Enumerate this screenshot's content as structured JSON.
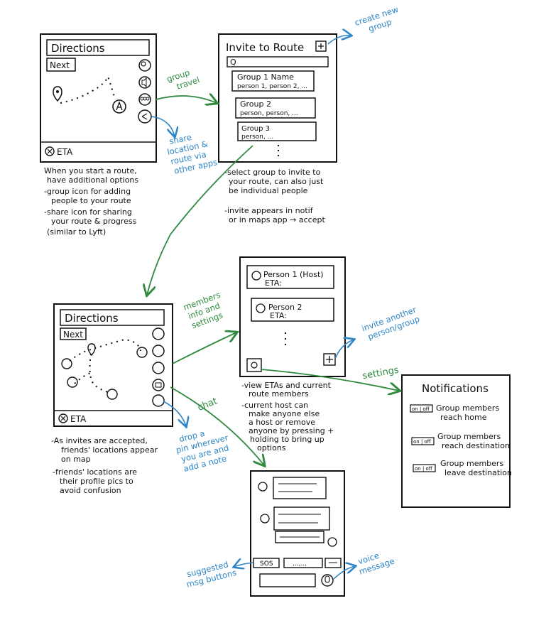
{
  "colors": {
    "ink": "#111111",
    "green": "#2f8a3f",
    "blue": "#2e86c8"
  },
  "screen1": {
    "title": "Directions",
    "next": "Next",
    "eta": "ETA",
    "notes": [
      "When you start a route,",
      "have additional options",
      "-group icon for adding",
      "people to your route",
      "-share icon for sharing",
      "your route & progress",
      "(similar to Lyft)"
    ]
  },
  "screen2": {
    "title": "Invite to Route",
    "search": "Q",
    "groups": [
      {
        "name": "Group 1 Name",
        "people": "person 1, person 2, ..."
      },
      {
        "name": "Group 2",
        "people": "person, person, ..."
      },
      {
        "name": "Group 3",
        "people": "person, ..."
      }
    ],
    "notes": [
      "-select group to invite to",
      "your route, can also just",
      "be individual people",
      "",
      "-invite appears in notif",
      "or in maps app → accept"
    ]
  },
  "screen3": {
    "title": "Directions",
    "next": "Next",
    "eta": "ETA",
    "notes": [
      "-As invites are accepted,",
      "friends' locations appear",
      "on map",
      "-friends' locations are",
      "their profile pics to",
      "avoid confusion"
    ]
  },
  "screen4": {
    "members": [
      {
        "name": "Person 1 (Host)",
        "eta": "ETA:"
      },
      {
        "name": "Person 2",
        "eta": "ETA:"
      }
    ],
    "notes": [
      "-view ETAs and current",
      "route members",
      "-current host can",
      "make anyone else",
      "a host or remove",
      "anyone by pressing +",
      "holding to bring up",
      "options"
    ]
  },
  "screen5": {
    "title": "Notifications",
    "toggle": "on | off",
    "items": [
      [
        "Group members",
        "reach home"
      ],
      [
        "Group members",
        "reach destination"
      ],
      [
        "Group members",
        "leave destination"
      ]
    ]
  },
  "screen6": {
    "sos": "SOS",
    "msg_dots": "...,..."
  },
  "annotations": {
    "group_travel": [
      "group",
      "travel"
    ],
    "create_new_group": [
      "create new",
      "group"
    ],
    "share": [
      "share",
      "location &",
      "route via",
      "other apps"
    ],
    "members_info": [
      "members",
      "info and",
      "settings"
    ],
    "invite_another": [
      "invite another",
      "person/group"
    ],
    "settings": "settings",
    "chat": "chat",
    "drop_pin": [
      "drop a",
      "pin wherever",
      "you are and",
      "add a note"
    ],
    "suggested": [
      "suggested",
      "msg buttons"
    ],
    "voice": [
      "voice",
      "message"
    ]
  }
}
